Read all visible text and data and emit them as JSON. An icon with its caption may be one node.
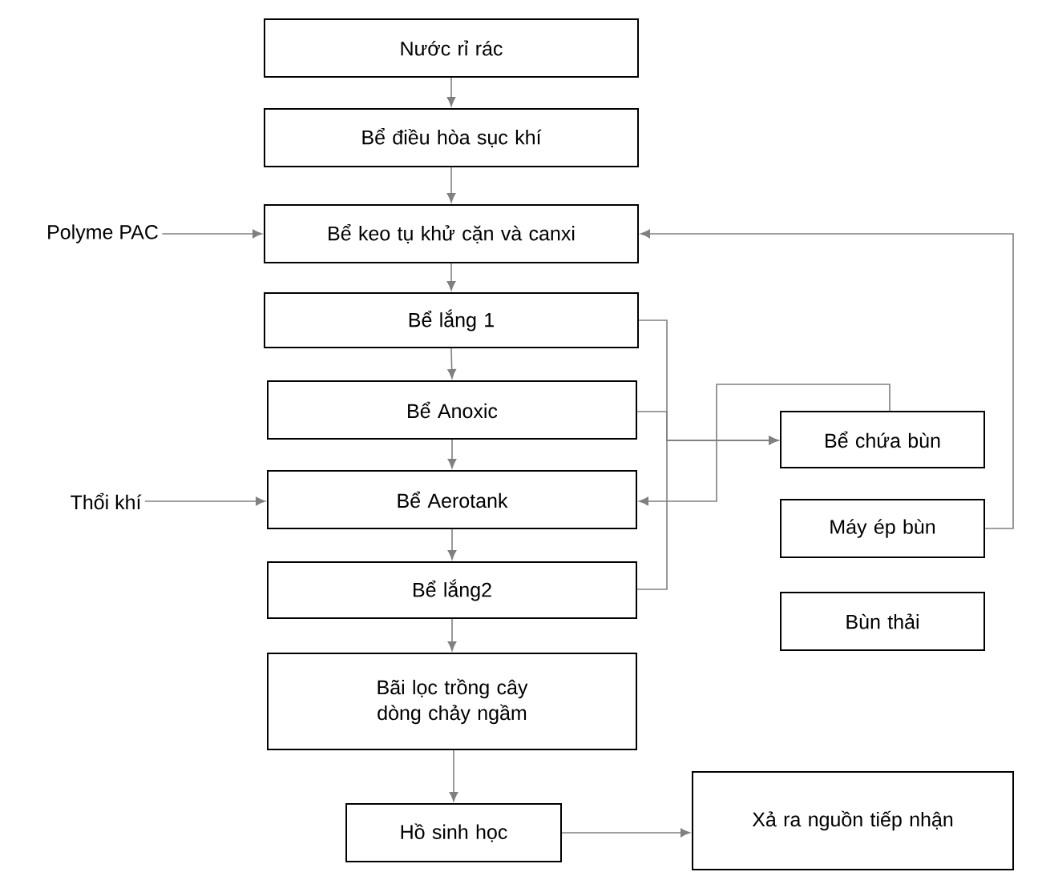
{
  "diagram": {
    "nodes": [
      {
        "text": [
          "Nước rỉ rác"
        ]
      },
      {
        "text": [
          "Bể điều hòa sục khí"
        ]
      },
      {
        "text": [
          "Bể keo tụ khử cặn và canxi"
        ]
      },
      {
        "text": [
          "Bể lắng 1"
        ]
      },
      {
        "text": [
          "Bể Anoxic"
        ]
      },
      {
        "text": [
          "Bể Aerotank"
        ]
      },
      {
        "text": [
          "Bể lắng2"
        ]
      },
      {
        "text": [
          "Bãi lọc trồng cây dòng chảy ngầm"
        ]
      },
      {
        "text": [
          "Hồ sinh học"
        ]
      },
      {
        "text": [
          "Xả ra nguồn tiếp nhận"
        ]
      },
      {
        "text": [
          "Bể chứa bùn"
        ]
      },
      {
        "text": [
          "Máy ép bùn"
        ]
      },
      {
        "text": [
          "Bùn thải"
        ]
      },
      {
        "text": [
          "Polyme PAC"
        ]
      },
      {
        "text": [
          "Thổi khí"
        ]
      }
    ],
    "edges": [
      {
        "from": 0,
        "to": 1,
        "arrow": "to"
      },
      {
        "from": 1,
        "to": 2,
        "arrow": "to"
      },
      {
        "from": 2,
        "to": 3,
        "arrow": "to"
      },
      {
        "from": 3,
        "to": 4,
        "arrow": "to"
      },
      {
        "from": 4,
        "to": 5,
        "arrow": "to"
      },
      {
        "from": 5,
        "to": 6,
        "arrow": "to"
      },
      {
        "from": 6,
        "to": 7,
        "arrow": "to"
      },
      {
        "from": 7,
        "to": 8,
        "arrow": "to"
      },
      {
        "from": 8,
        "to": 9,
        "arrow": "to"
      },
      {
        "from": 13,
        "to": 2,
        "arrow": "to"
      },
      {
        "from": 14,
        "to": 5,
        "arrow": "to"
      },
      {
        "from": 3,
        "to": 10,
        "arrow": "to"
      },
      {
        "from": 4,
        "to": 10,
        "arrow": "to"
      },
      {
        "from": 6,
        "to": 10,
        "arrow": "to"
      },
      {
        "from": 10,
        "to": 5,
        "arrow": "to"
      },
      {
        "from": 11,
        "to": 2,
        "arrow": "to"
      }
    ]
  }
}
